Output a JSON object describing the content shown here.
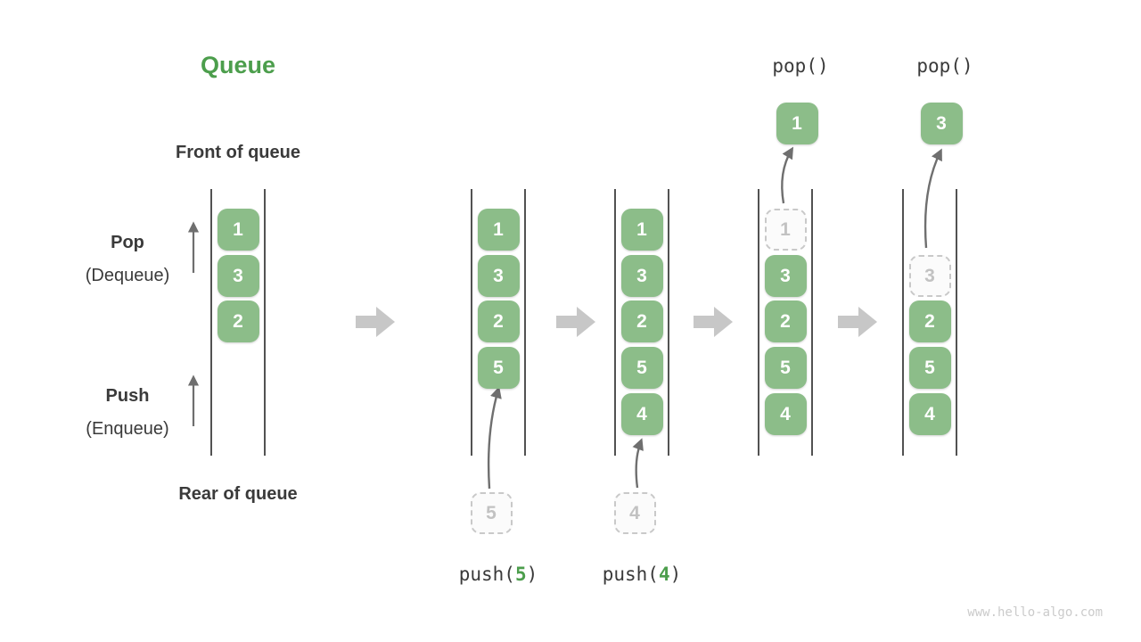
{
  "title": "Queue",
  "labels": {
    "front_of_queue": "Front of queue",
    "pop": "Pop",
    "pop_sub": "(Dequeue)",
    "push": "Push",
    "push_sub": "(Enqueue)",
    "rear_of_queue": "Rear of queue"
  },
  "watermark": "www.hello-algo.com",
  "colors": {
    "green_box": "#8CBD89",
    "green_text": "#4C9E4C",
    "ink": "#3A3A3A",
    "line": "#3F3F3F",
    "thin_arrow": "#6F6F6F",
    "block_arrow": "#C7C7C7",
    "dash_border": "#C9C9C9",
    "dash_bg": "#FBFBFB",
    "dash_text": "#C2C2C2",
    "box_text": "#FFFFFF",
    "watermark": "#CBCBCB"
  },
  "columns": [
    {
      "id": "state-initial",
      "items": [
        {
          "value": "1",
          "slot": 0,
          "dashed": false
        },
        {
          "value": "3",
          "slot": 1,
          "dashed": false
        },
        {
          "value": "2",
          "slot": 2,
          "dashed": false
        }
      ]
    },
    {
      "id": "state-after-push-5",
      "items": [
        {
          "value": "1",
          "slot": 0,
          "dashed": false
        },
        {
          "value": "3",
          "slot": 1,
          "dashed": false
        },
        {
          "value": "2",
          "slot": 2,
          "dashed": false
        },
        {
          "value": "5",
          "slot": 3,
          "dashed": false
        }
      ],
      "pending_push": {
        "value": "5"
      },
      "op_bottom": {
        "prefix": "push(",
        "arg": "5",
        "suffix": ")"
      }
    },
    {
      "id": "state-after-push-4",
      "items": [
        {
          "value": "1",
          "slot": 0,
          "dashed": false
        },
        {
          "value": "3",
          "slot": 1,
          "dashed": false
        },
        {
          "value": "2",
          "slot": 2,
          "dashed": false
        },
        {
          "value": "5",
          "slot": 3,
          "dashed": false
        },
        {
          "value": "4",
          "slot": 4,
          "dashed": false
        }
      ],
      "pending_push": {
        "value": "4"
      },
      "op_bottom": {
        "prefix": "push(",
        "arg": "4",
        "suffix": ")"
      }
    },
    {
      "id": "state-after-pop-1",
      "items": [
        {
          "value": "1",
          "slot": 0,
          "dashed": true
        },
        {
          "value": "3",
          "slot": 1,
          "dashed": false
        },
        {
          "value": "2",
          "slot": 2,
          "dashed": false
        },
        {
          "value": "5",
          "slot": 3,
          "dashed": false
        },
        {
          "value": "4",
          "slot": 4,
          "dashed": false
        }
      ],
      "popped": {
        "value": "1"
      },
      "op_top": "pop()"
    },
    {
      "id": "state-after-pop-3",
      "items": [
        {
          "value": "3",
          "slot": 1,
          "dashed": true
        },
        {
          "value": "2",
          "slot": 2,
          "dashed": false
        },
        {
          "value": "5",
          "slot": 3,
          "dashed": false
        },
        {
          "value": "4",
          "slot": 4,
          "dashed": false
        }
      ],
      "popped": {
        "value": "3"
      },
      "op_top": "pop()"
    }
  ]
}
